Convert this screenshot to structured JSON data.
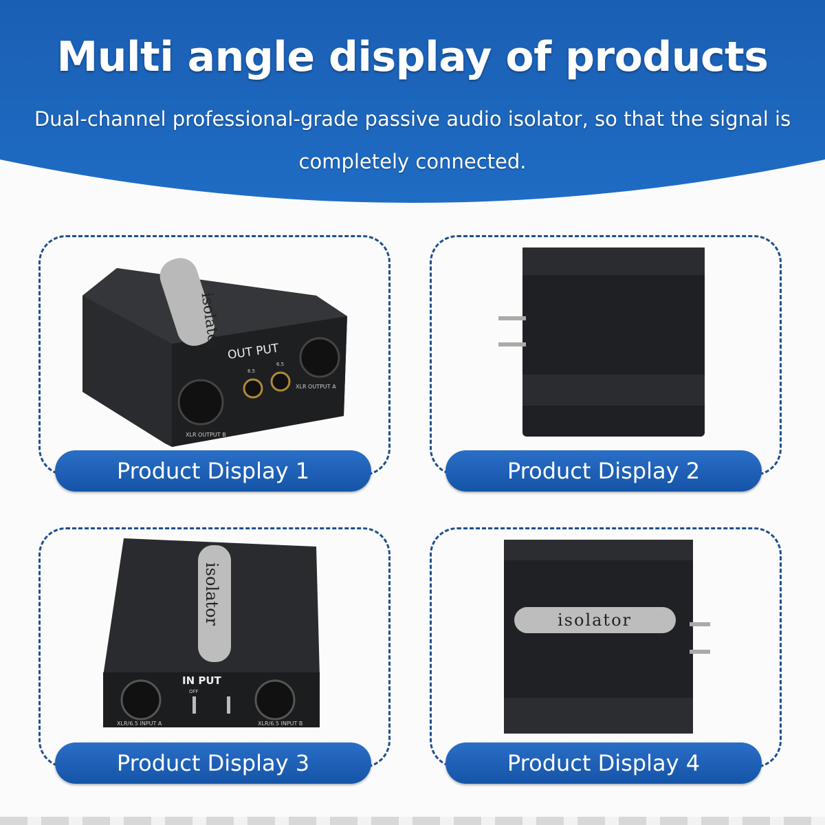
{
  "header": {
    "title": "Multi angle display of products",
    "subtitle": "Dual-channel professional-grade passive audio isolator, so that the signal is completely connected."
  },
  "colors": {
    "brand_blue": "#1a5fb4",
    "dash": "#1d4f8c",
    "device": "#1e1f21"
  },
  "panels": [
    {
      "label": "Product Display 1",
      "device": {
        "brand": "isolator",
        "section": "OUT PUT",
        "jack_a": "6.5",
        "jack_b": "6.5",
        "port_left": "XLR OUTPUT B",
        "port_right": "XLR OUTPUT A"
      }
    },
    {
      "label": "Product Display 2"
    },
    {
      "label": "Product Display 3",
      "device": {
        "brand": "isolator",
        "section": "IN PUT",
        "port_left": "XLR/6.5 INPUT A",
        "port_right": "XLR/6.5 INPUT B",
        "switch": "OFF"
      }
    },
    {
      "label": "Product Display 4",
      "device": {
        "brand": "isolator"
      }
    }
  ]
}
